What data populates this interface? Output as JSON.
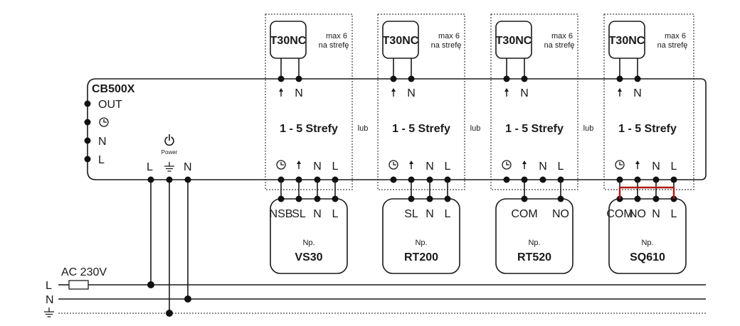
{
  "controller": {
    "name": "CB500X",
    "terminals": [
      "OUT",
      "clock",
      "N",
      "L"
    ],
    "power_terminals": [
      "L",
      "earth",
      "N"
    ],
    "power_label": "Power"
  },
  "zones": [
    {
      "thermostat": "T30NC",
      "note_line1": "max 6",
      "note_line2": "na strefę",
      "term_top": [
        "↑",
        "N"
      ],
      "zones_label": "1 - 5 Strefy",
      "term_bottom": [
        "clock",
        "↑",
        "N",
        "L"
      ],
      "device_np": "Np.",
      "device": "VS30",
      "device_terms": [
        "NSB",
        "SL",
        "N",
        "L"
      ]
    },
    {
      "thermostat": "T30NC",
      "note_line1": "max 6",
      "note_line2": "na strefę",
      "term_top": [
        "↑",
        "N"
      ],
      "zones_label": "1 - 5 Strefy",
      "term_bottom": [
        "clock",
        "↑",
        "N",
        "L"
      ],
      "device_np": "Np.",
      "device": "RT200",
      "device_terms": [
        "SL",
        "N",
        "L"
      ]
    },
    {
      "thermostat": "T30NC",
      "note_line1": "max 6",
      "note_line2": "na strefę",
      "term_top": [
        "↑",
        "N"
      ],
      "zones_label": "1 - 5 Strefy",
      "term_bottom": [
        "clock",
        "↑",
        "N",
        "L"
      ],
      "device_np": "Np.",
      "device": "RT520",
      "device_terms": [
        "COM",
        "NO"
      ]
    },
    {
      "thermostat": "T30NC",
      "note_line1": "max 6",
      "note_line2": "na strefę",
      "term_top": [
        "↑",
        "N"
      ],
      "zones_label": "1 - 5 Strefy",
      "term_bottom": [
        "clock",
        "↑",
        "N",
        "L"
      ],
      "device_np": "Np.",
      "device": "SQ610",
      "device_terms": [
        "COM",
        "NO",
        "N",
        "L"
      ]
    }
  ],
  "or_label": "lub",
  "supply": {
    "label": "AC 230V",
    "lines": [
      "L",
      "N",
      "earth"
    ]
  },
  "colors": {
    "line": "#1a1a1a",
    "link": "#b01818"
  }
}
